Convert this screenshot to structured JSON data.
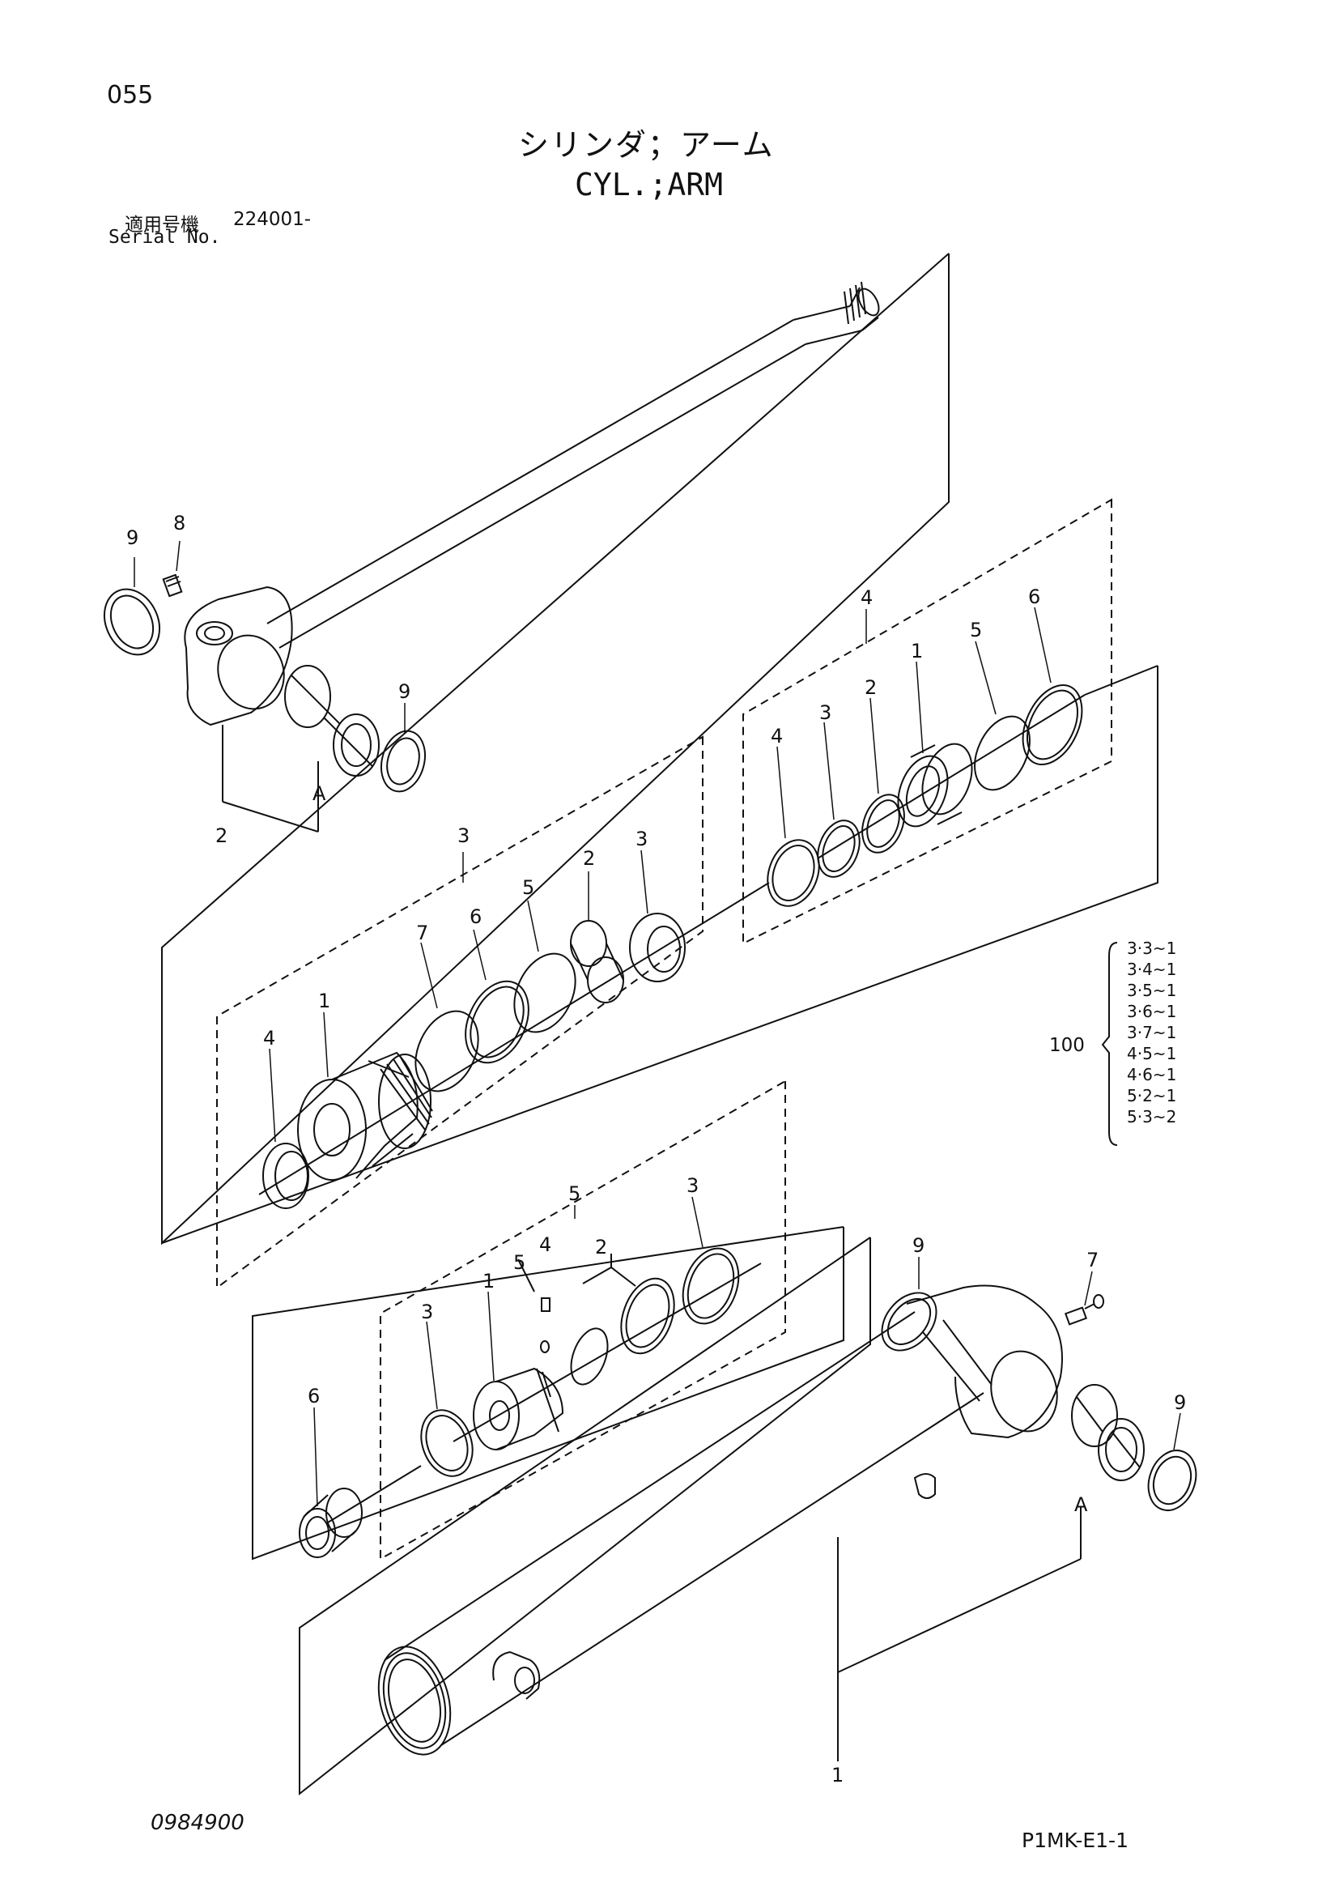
{
  "page_number": "055",
  "title": {
    "ja": "シリンダ；アーム",
    "en": "CYL.;ARM"
  },
  "serial": {
    "label_ja": "適用号機",
    "number": "224001-",
    "label_en": "Serial No."
  },
  "document_number": "0984900",
  "page_code": "P1MK-E1-1",
  "kit": {
    "label": "100",
    "entries": [
      "3·3~1",
      "3·4~1",
      "3·5~1",
      "3·6~1",
      "3·7~1",
      "4·5~1",
      "4·6~1",
      "5·2~1",
      "5·3~2"
    ]
  },
  "callouts": {
    "rod": [
      "9",
      "8",
      "9",
      "2",
      "A"
    ],
    "group3": [
      "3",
      "7",
      "6",
      "5",
      "2",
      "3",
      "1",
      "4"
    ],
    "group4": [
      "4",
      "4",
      "3",
      "2",
      "1",
      "5",
      "6"
    ],
    "group5": [
      "5",
      "3",
      "1",
      "5",
      "4",
      "2",
      "3",
      "6"
    ],
    "tube": [
      "9",
      "7",
      "9",
      "A",
      "1"
    ]
  }
}
